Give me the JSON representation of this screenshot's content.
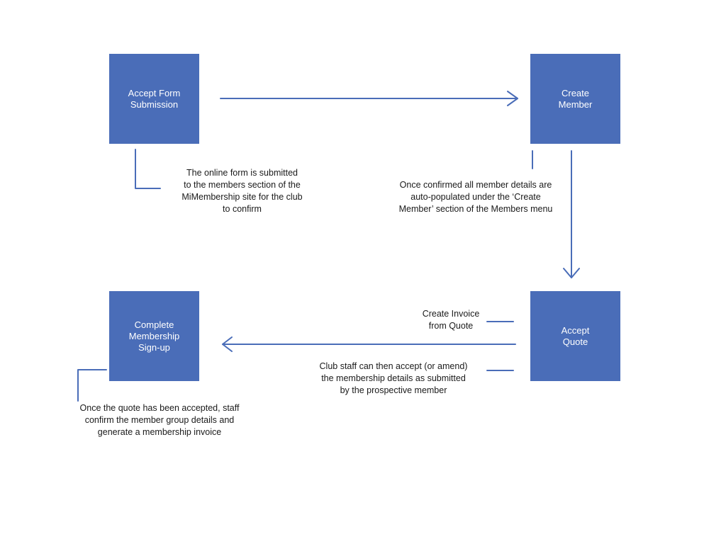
{
  "colors": {
    "box_fill": "#4a6db8",
    "line": "#4a6db8",
    "box_text": "#ffffff",
    "note_text": "#1a1a1a"
  },
  "boxes": {
    "accept_form": "Accept Form\nSubmission",
    "create_member": "Create\nMember",
    "accept_quote": "Accept\nQuote",
    "complete_membership": "Complete\nMembership\nSign-up"
  },
  "notes": {
    "online_form": "The online form is submitted\nto the members section of the\nMiMembership site for the club\nto confirm",
    "create_member": "Once confirmed all member details are\nauto-populated under the ‘Create\nMember’ section of the Members menu",
    "create_invoice": "Create Invoice\nfrom Quote",
    "club_staff": "Club staff can then accept (or amend)\nthe membership details as submitted\nby the prospective member",
    "quote_accepted": "Once the quote has been accepted, staff\nconfirm the member group details and\ngenerate a membership invoice"
  }
}
